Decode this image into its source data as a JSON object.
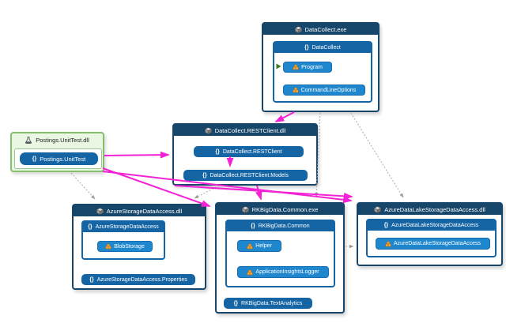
{
  "diagram_type": "dependency-graph",
  "colors": {
    "assembly_header": "#17466B",
    "namespace_blue": "#1565A5",
    "class_blue": "#1F87CE",
    "test_box_bg": "#E9F7E3",
    "test_box_border": "#85BE6C",
    "highlight_edge": "#F322D5",
    "normal_edge": "#9B9B9B",
    "class_icon_orange": "#EFA13C",
    "entry_arrow_green": "#3C7A1F"
  },
  "nodes": [
    {
      "title": "DataCollect.exe",
      "kind": "assembly",
      "namespaces": [
        {
          "label": "DataCollect",
          "expanded": true,
          "classes": [
            "Program",
            "CommandLineOptions"
          ]
        }
      ]
    },
    {
      "title": "DataCollect.RESTClient.dll",
      "kind": "assembly",
      "namespaces": [
        {
          "label": "DataCollect.RESTClient",
          "expanded": false
        },
        {
          "label": "DataCollect.RESTClient.Models",
          "expanded": false
        }
      ]
    },
    {
      "title": "Postings.UnitTest.dll",
      "kind": "test-assembly",
      "namespaces": [
        {
          "label": "Postings.UnitTest",
          "expanded": false
        }
      ]
    },
    {
      "title": "AzureStorageDataAccess.dll",
      "kind": "assembly",
      "namespaces": [
        {
          "label": "AzureStorageDataAccess",
          "expanded": true,
          "classes": [
            "BlobStorage"
          ]
        },
        {
          "label": "AzureStorageDataAccess.Properties",
          "expanded": false
        }
      ]
    },
    {
      "title": "RKBigData.Common.exe",
      "kind": "assembly",
      "namespaces": [
        {
          "label": "RKBigData.Common",
          "expanded": true,
          "classes": [
            "Helper",
            "ApplicationInsightsLogger"
          ]
        },
        {
          "label": "RKBigData.TextAnalytics",
          "expanded": false
        }
      ]
    },
    {
      "title": "AzureDataLakeStorageDataAccess.dll",
      "kind": "assembly",
      "namespaces": [
        {
          "label": "AzureDataLakeStorageDataAccess",
          "expanded": true,
          "classes": [
            "AzureDataLakeStorageDataAccess"
          ]
        }
      ]
    }
  ],
  "edges": [
    {
      "from": "Postings.UnitTest.dll",
      "to": "DataCollect.RESTClient.dll",
      "style": "highlighted"
    },
    {
      "from": "Postings.UnitTest.dll",
      "to": "RKBigData.Common.exe",
      "style": "highlighted"
    },
    {
      "from": "Postings.UnitTest.dll",
      "to": "AzureDataLakeStorageDataAccess.dll",
      "style": "highlighted"
    },
    {
      "from": "Postings.UnitTest.dll",
      "to": "AzureStorageDataAccess.dll",
      "style": "normal"
    },
    {
      "from": "DataCollect.exe",
      "to": "DataCollect.RESTClient.dll",
      "style": "highlighted"
    },
    {
      "from": "DataCollect.exe",
      "to": "RKBigData.Common.exe",
      "style": "normal"
    },
    {
      "from": "DataCollect.exe",
      "to": "AzureDataLakeStorageDataAccess.dll",
      "style": "normal"
    },
    {
      "from": "DataCollect.RESTClient",
      "to": "DataCollect.RESTClient.Models",
      "style": "highlighted"
    },
    {
      "from": "DataCollect.RESTClient.dll",
      "to": "RKBigData.Common.exe",
      "style": "highlighted"
    },
    {
      "from": "DataCollect.RESTClient.dll",
      "to": "AzureDataLakeStorageDataAccess.dll",
      "style": "highlighted"
    },
    {
      "from": "DataCollect.RESTClient.dll",
      "to": "AzureStorageDataAccess.dll",
      "style": "normal"
    },
    {
      "from": "RKBigData.Common.exe",
      "to": "AzureDataLakeStorageDataAccess.dll",
      "style": "normal"
    }
  ]
}
